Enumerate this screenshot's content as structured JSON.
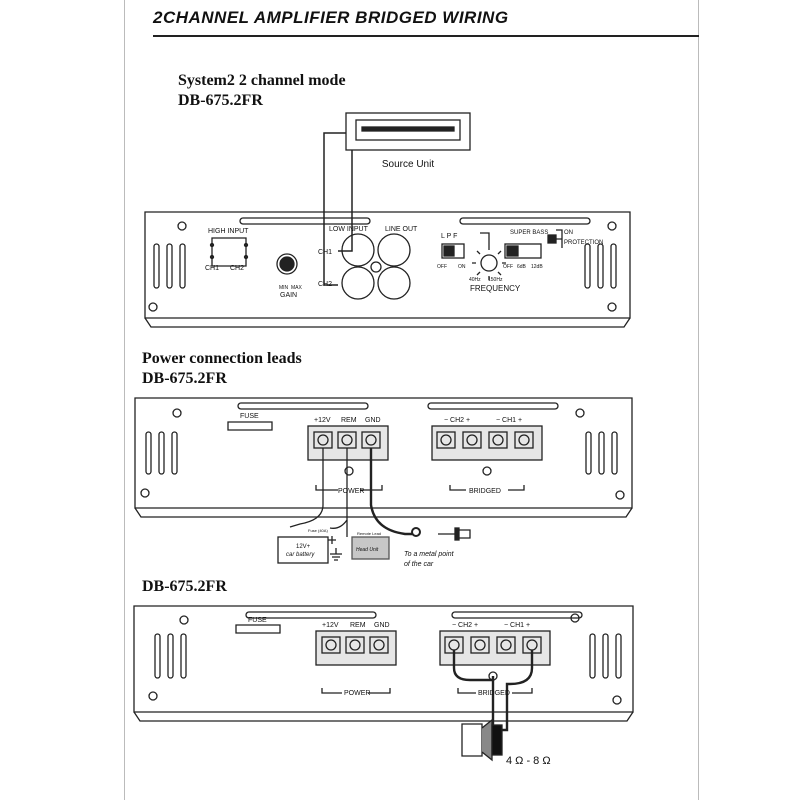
{
  "page_title": "2CHANNEL AMPLIFIER BRIDGED WIRING",
  "section1": {
    "heading": "System2   2 channel mode",
    "model": "DB-675.2FR",
    "source_unit": "Source Unit",
    "amp": {
      "high_input": "HIGH INPUT",
      "ch1": "CH1",
      "ch2": "CH2",
      "low_input": "LOW INPUT",
      "line_out": "LINE OUT",
      "ch1_side": "CH1",
      "ch2_side": "CH2",
      "gain": "GAIN",
      "gain_min": "MIN",
      "gain_max": "MAX",
      "lpf": "L  P  F",
      "lpf_off": "OFF",
      "lpf_on": "ON",
      "freq_low": "40Hz",
      "freq_high": "150Hz",
      "frequency": "FREQUENCY",
      "super_bass": "SUPER BASS",
      "sb_off": "OFF",
      "sb_6db": "6dB",
      "sb_12db": "12dB",
      "on": "ON",
      "protection": "PROTECTION"
    }
  },
  "section2": {
    "heading": "Power connection leads",
    "model": "DB-675.2FR",
    "fuse": "FUSE",
    "plus12v": "+12V",
    "rem": "REM",
    "gnd": "GND",
    "power": "POWER",
    "ch2_label": "−  CH2  +",
    "ch1_label": "−  CH1  +",
    "bridged": "BRIDGED",
    "battery_line1": "12V+",
    "battery_line2": "car battery",
    "fuse_small": "Fuse (40A)",
    "head_unit": "Head Unit",
    "remote_lead": "Remote Lead",
    "metal_point_line1": "To a metal point",
    "metal_point_line2": "of the car"
  },
  "section3": {
    "model": "DB-675.2FR",
    "fuse": "FUSE",
    "plus12v": "+12V",
    "rem": "REM",
    "gnd": "GND",
    "power": "POWER",
    "ch2_label": "−  CH2  +",
    "ch1_label": "−  CH1  +",
    "bridged": "BRIDGED",
    "impedance": "4 Ω - 8 Ω"
  }
}
